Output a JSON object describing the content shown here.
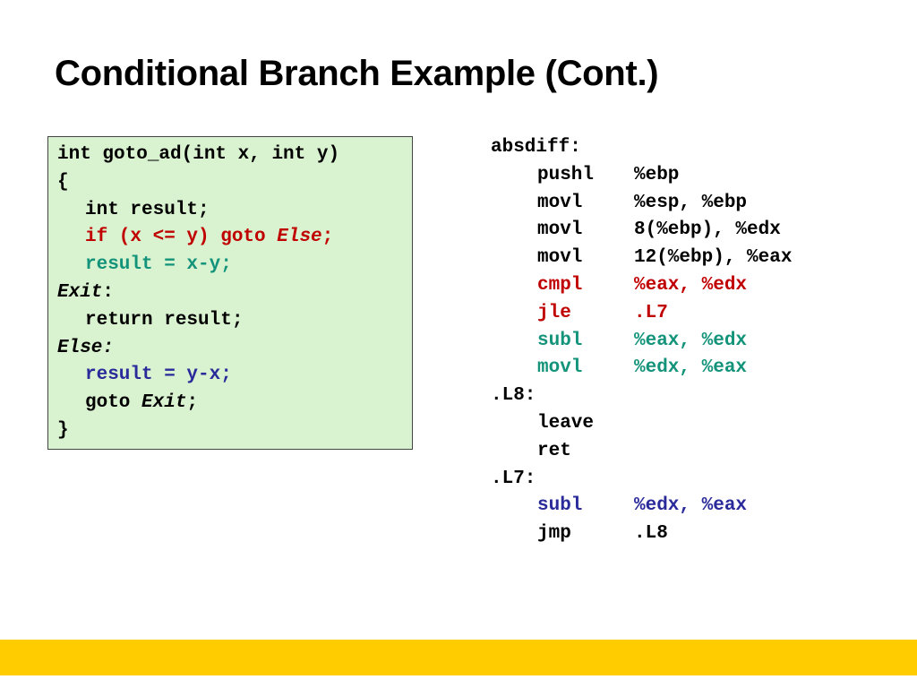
{
  "slide": {
    "title": "Conditional Branch Example (Cont.)",
    "accent_color": "#ffcc00",
    "code_box_color": "#d9f2d0",
    "highlight_colors": {
      "red": "#c00000",
      "green": "#13937a",
      "blue": "#2a2a9a"
    }
  },
  "c_code": {
    "line1": "int goto_ad(int x, int y)",
    "line2": "{",
    "line3": "int result;",
    "line4_kw": "if (x <= y) goto ",
    "line4_label": "Else",
    "line4_end": ";",
    "line5": "result = x-y;",
    "line6_label": "Exit",
    "line6_colon": ":",
    "line7": "return result;",
    "line8_label": "Else:",
    "line9": "result = y-x;",
    "line10_kw": "goto ",
    "line10_label": "Exit",
    "line10_end": ";",
    "line11": "}"
  },
  "asm": {
    "label_absdiff": "absdiff:",
    "l_pushl": {
      "mnemonic": "pushl",
      "operands": "%ebp"
    },
    "l_movl1": {
      "mnemonic": "movl",
      "operands": "%esp, %ebp"
    },
    "l_movl2": {
      "mnemonic": "movl",
      "operands": "8(%ebp), %edx"
    },
    "l_movl3": {
      "mnemonic": "movl",
      "operands": "12(%ebp), %eax"
    },
    "l_cmpl": {
      "mnemonic": "cmpl",
      "operands": "%eax, %edx"
    },
    "l_jle": {
      "mnemonic": "jle",
      "operands": ".L7"
    },
    "l_subl1": {
      "mnemonic": "subl",
      "operands": "%eax, %edx"
    },
    "l_movl4": {
      "mnemonic": "movl",
      "operands": "%edx, %eax"
    },
    "label_l8": ".L8:",
    "l_leave": {
      "mnemonic": "leave",
      "operands": ""
    },
    "l_ret": {
      "mnemonic": "ret",
      "operands": ""
    },
    "label_l7": ".L7:",
    "l_subl2": {
      "mnemonic": "subl",
      "operands": "%edx, %eax"
    },
    "l_jmp": {
      "mnemonic": "jmp",
      "operands": ".L8"
    }
  }
}
